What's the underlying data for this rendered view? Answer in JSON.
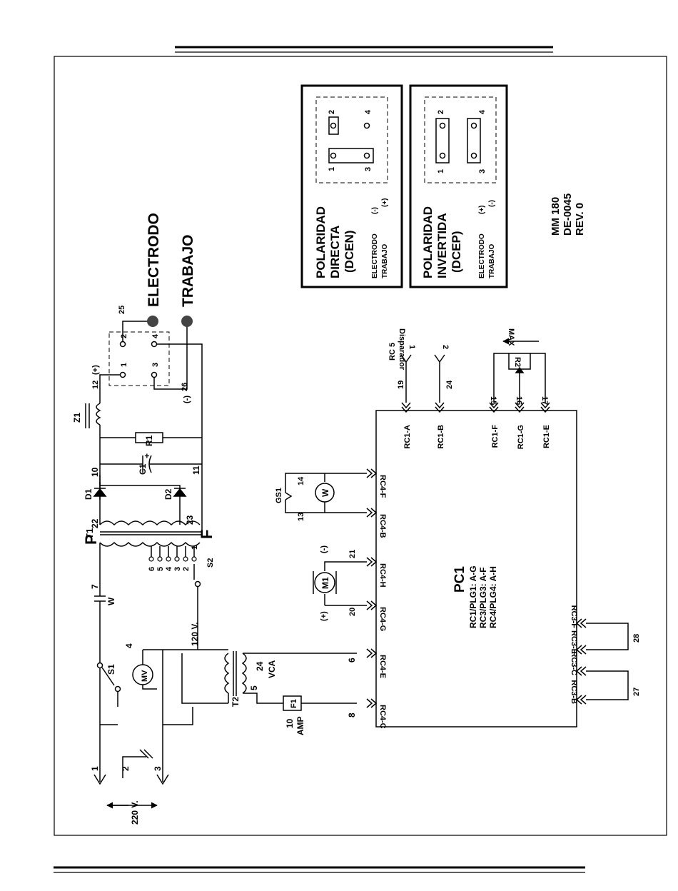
{
  "labels": {
    "electrode_terminal": "ELECTRODO",
    "work_terminal": "TRABAJO",
    "node_25": "25",
    "node_26": "26",
    "node_12": "12",
    "plus": "(+)",
    "minus": "(-)",
    "z1": "Z1",
    "r1": "R1",
    "c1": "C1",
    "c1_plus": "+",
    "d1": "D1",
    "d2": "D2",
    "node_10": "10",
    "node_11": "11",
    "node_22": "22",
    "node_23": "23",
    "t1": "T1",
    "p": "P",
    "f": "F",
    "s2": "S2",
    "tap_6": "6",
    "tap_5": "5",
    "tap_4": "4",
    "tap_3": "3",
    "tap_2": "2",
    "tap_1": "1",
    "node_7": "7",
    "w_small": "W",
    "s1": "S1",
    "node_4": "4",
    "mv": "MV",
    "v120": "120 V.",
    "t2": "T2",
    "vca_24": "24",
    "vca": "VCA",
    "node_5": "5",
    "node_6": "6",
    "f1": "F1",
    "amp_10": "10",
    "amp": "AMP",
    "node_8": "8",
    "line_1": "1",
    "line_2": "2",
    "line_3": "3",
    "v220": "220 V.",
    "jumper_1": "1",
    "jumper_2": "2",
    "jumper_3": "3",
    "jumper_4": "4"
  },
  "pc1": {
    "title": "PC1",
    "lines": [
      "RC1/PLG1: A-G",
      "RC3/PLG3: A-F",
      "RC4/PLG4: A-H"
    ]
  },
  "rc4": {
    "rc4_f": "RC4-F",
    "rc4_b": "RC4-B",
    "rc4_h": "RC4-H",
    "rc4_g": "RC4-G",
    "rc4_e": "RC4-E",
    "rc4_c": "RC4-C",
    "gs1": "GS1",
    "n13": "13",
    "n14": "14",
    "w": "W",
    "m1": "M1",
    "n21": "21",
    "n20": "20",
    "plus": "(+)",
    "minus": "(-)"
  },
  "rc1": {
    "rc1_a": "RC1-A",
    "rc1_b": "RC1-B",
    "rc1_f": "RC1-F",
    "rc1_g": "RC1-G",
    "rc1_e": "RC1-E",
    "n19": "19",
    "n24": "24",
    "n15": "15",
    "n16": "16",
    "n17": "17",
    "rc5": "RC 5",
    "disparador": "Disparador",
    "pin1": "1",
    "pin2": "2",
    "r2": "R2",
    "max": "MAX"
  },
  "rc3": {
    "rc3_f": "RC3-F",
    "rc3_e": "RC3-E",
    "rc3_c": "RC3-C",
    "rc3_b": "RC3-B",
    "n28": "28",
    "n27": "27"
  },
  "polarity_direct": {
    "line1": "POLARIDAD",
    "line2": "DIRECTA",
    "line3": "(DCEN)",
    "electrode": "ELECTRODO",
    "electrode_sign": "(-)",
    "work": "TRABAJO",
    "work_sign": "(+)",
    "p1": "1",
    "p2": "2",
    "p3": "3",
    "p4": "4"
  },
  "polarity_reverse": {
    "line1": "POLARIDAD",
    "line2": "INVERTIDA",
    "line3": "(DCEP)",
    "electrode": "ELECTRODO",
    "electrode_sign": "(+)",
    "work": "TRABAJO",
    "work_sign": "(-)",
    "p1": "1",
    "p2": "2",
    "p3": "3",
    "p4": "4"
  },
  "drawing_info": {
    "model": "MM 180",
    "number": "DE-0045",
    "revision": "REV. 0"
  },
  "colors": {
    "ink": "#000000",
    "paper": "#ffffff"
  }
}
